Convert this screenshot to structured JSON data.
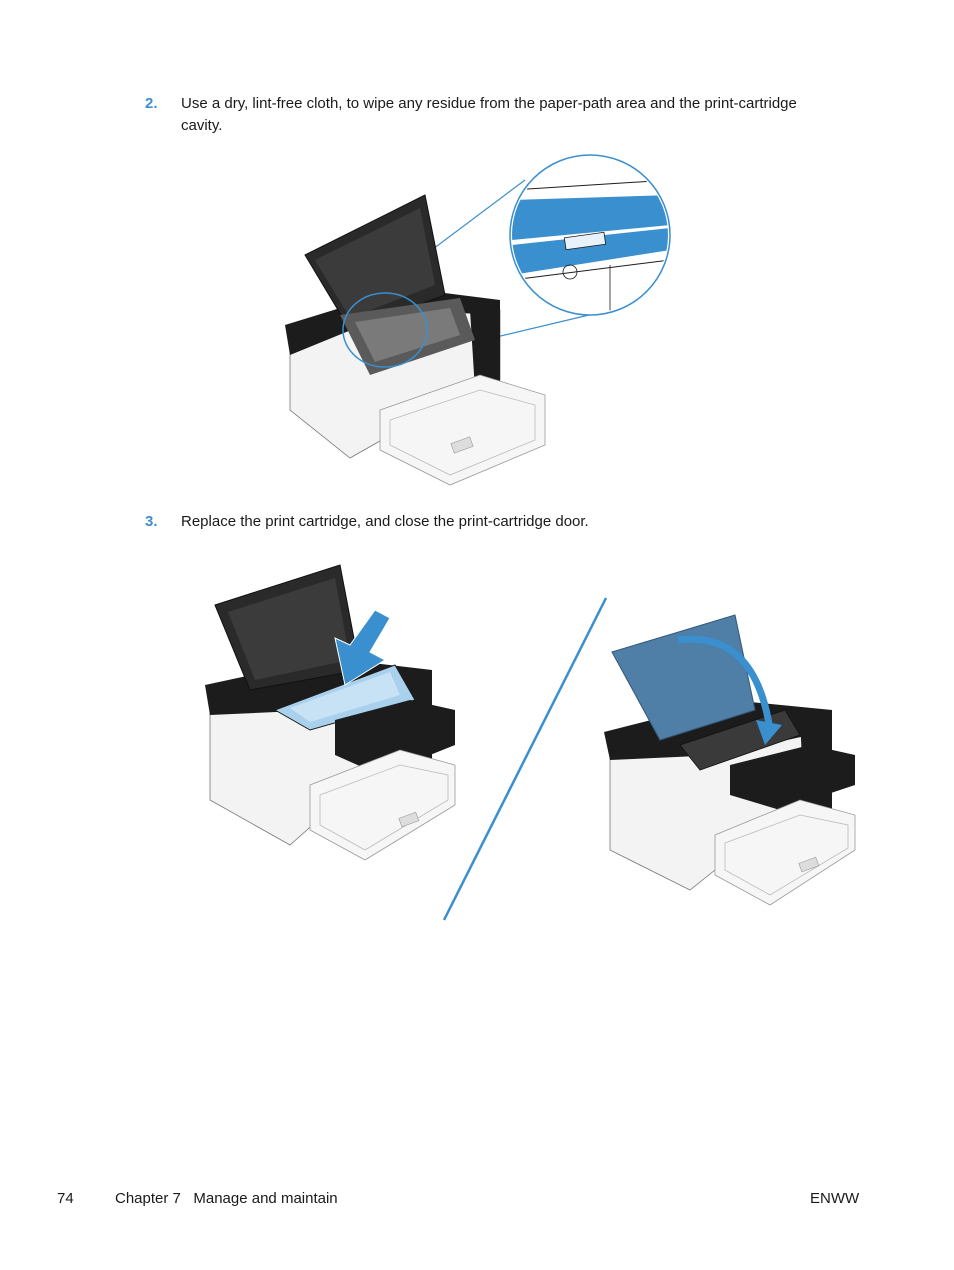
{
  "steps": [
    {
      "number": "2.",
      "text": "Use a dry, lint-free cloth, to wipe any residue from the paper-path area and the print-cartridge cavity."
    },
    {
      "number": "3.",
      "text": "Replace the print cartridge, and close the print-cartridge door."
    }
  ],
  "footer": {
    "page_number": "74",
    "chapter": "Chapter 7   Manage and maintain",
    "right": "ENWW"
  },
  "colors": {
    "accent": "#3d8ed0",
    "highlight_blue": "#3a8fcf",
    "door_blue": "#4f7ea6",
    "printer_black": "#1c1c1c",
    "printer_white": "#f2f2f2"
  }
}
